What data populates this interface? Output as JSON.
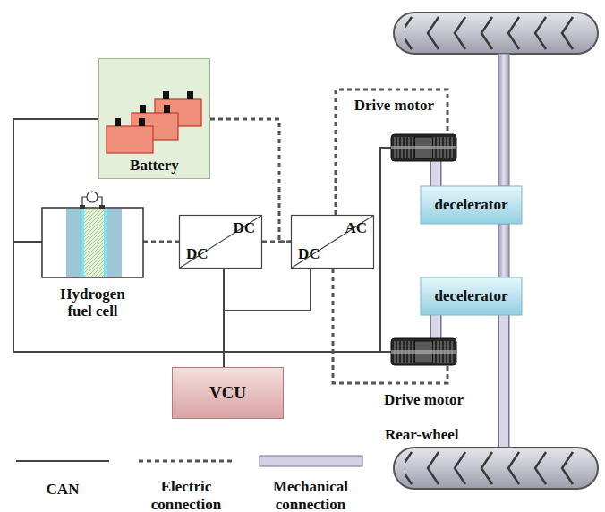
{
  "diagram": {
    "nodes": [
      {
        "text": [
          "Battery"
        ]
      },
      {
        "text": [
          "Hydrogen fuel cell"
        ]
      },
      {
        "text": [
          "DC",
          "DC"
        ]
      },
      {
        "text": [
          "AC",
          "DC"
        ]
      },
      {
        "text": [
          "Drive motor"
        ]
      },
      {
        "text": [
          "decelerator"
        ]
      },
      {
        "text": [
          "decelerator"
        ]
      },
      {
        "text": [
          "Drive motor"
        ]
      },
      {
        "text": [
          "VCU"
        ]
      },
      {
        "text": [
          "Rear-wheel"
        ]
      }
    ],
    "edges": [
      {
        "from": 0,
        "to": 8,
        "arrow": "none"
      },
      {
        "from": 1,
        "to": 8,
        "arrow": "none"
      },
      {
        "from": 2,
        "to": 8,
        "arrow": "none"
      },
      {
        "from": 3,
        "to": 8,
        "arrow": "none"
      },
      {
        "from": 8,
        "to": 4,
        "arrow": "none"
      },
      {
        "from": 8,
        "to": 7,
        "arrow": "none"
      },
      {
        "from": 1,
        "to": 2,
        "arrow": "none"
      },
      {
        "from": 0,
        "to": 3,
        "arrow": "none"
      },
      {
        "from": 2,
        "to": 3,
        "arrow": "none"
      },
      {
        "from": 3,
        "to": 4,
        "arrow": "none"
      },
      {
        "from": 3,
        "to": 7,
        "arrow": "none"
      },
      {
        "from": 4,
        "to": 5,
        "arrow": "none"
      },
      {
        "from": 6,
        "to": 7,
        "arrow": "none"
      },
      {
        "from": 6,
        "to": 9,
        "arrow": "none"
      }
    ],
    "legend": [
      {
        "text": "CAN"
      },
      {
        "text": "Electric connection"
      },
      {
        "text": "Mechanical connection"
      }
    ]
  }
}
